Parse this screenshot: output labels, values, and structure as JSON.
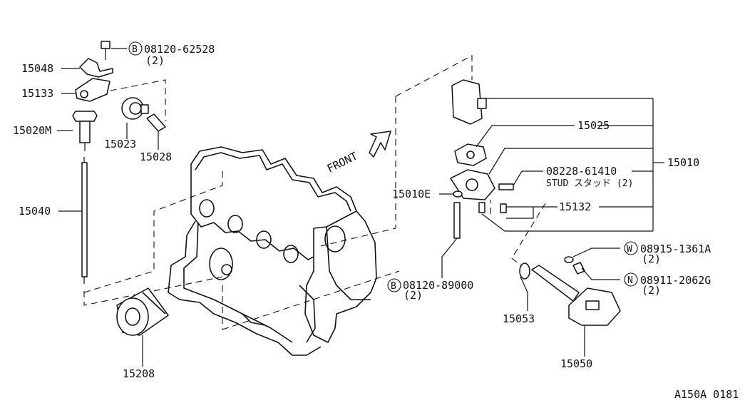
{
  "diagram_code": "A150A 0181",
  "front_label": "FRONT",
  "callouts": {
    "bolt_top": {
      "prefix": "B",
      "number": "08120-62528",
      "qty": "(2)"
    },
    "p15048": "15048",
    "p15133": "15133",
    "p15020M": "15020M",
    "p15023": "15023",
    "p15028": "15028",
    "p15040": "15040",
    "p15208": "15208",
    "p15025": "15025",
    "p15010": "15010",
    "stud": {
      "number": "08228-61410",
      "desc": "STUD スタッド (2)"
    },
    "p15010E": "15010E",
    "p15132": "15132",
    "bolt_bottom": {
      "prefix": "B",
      "number": "08120-89000",
      "qty": "(2)"
    },
    "washer": {
      "prefix": "W",
      "number": "08915-1361A",
      "qty": "(2)"
    },
    "nut": {
      "prefix": "N",
      "number": "08911-2062G",
      "qty": "(2)"
    },
    "p15053": "15053",
    "p15050": "15050"
  }
}
